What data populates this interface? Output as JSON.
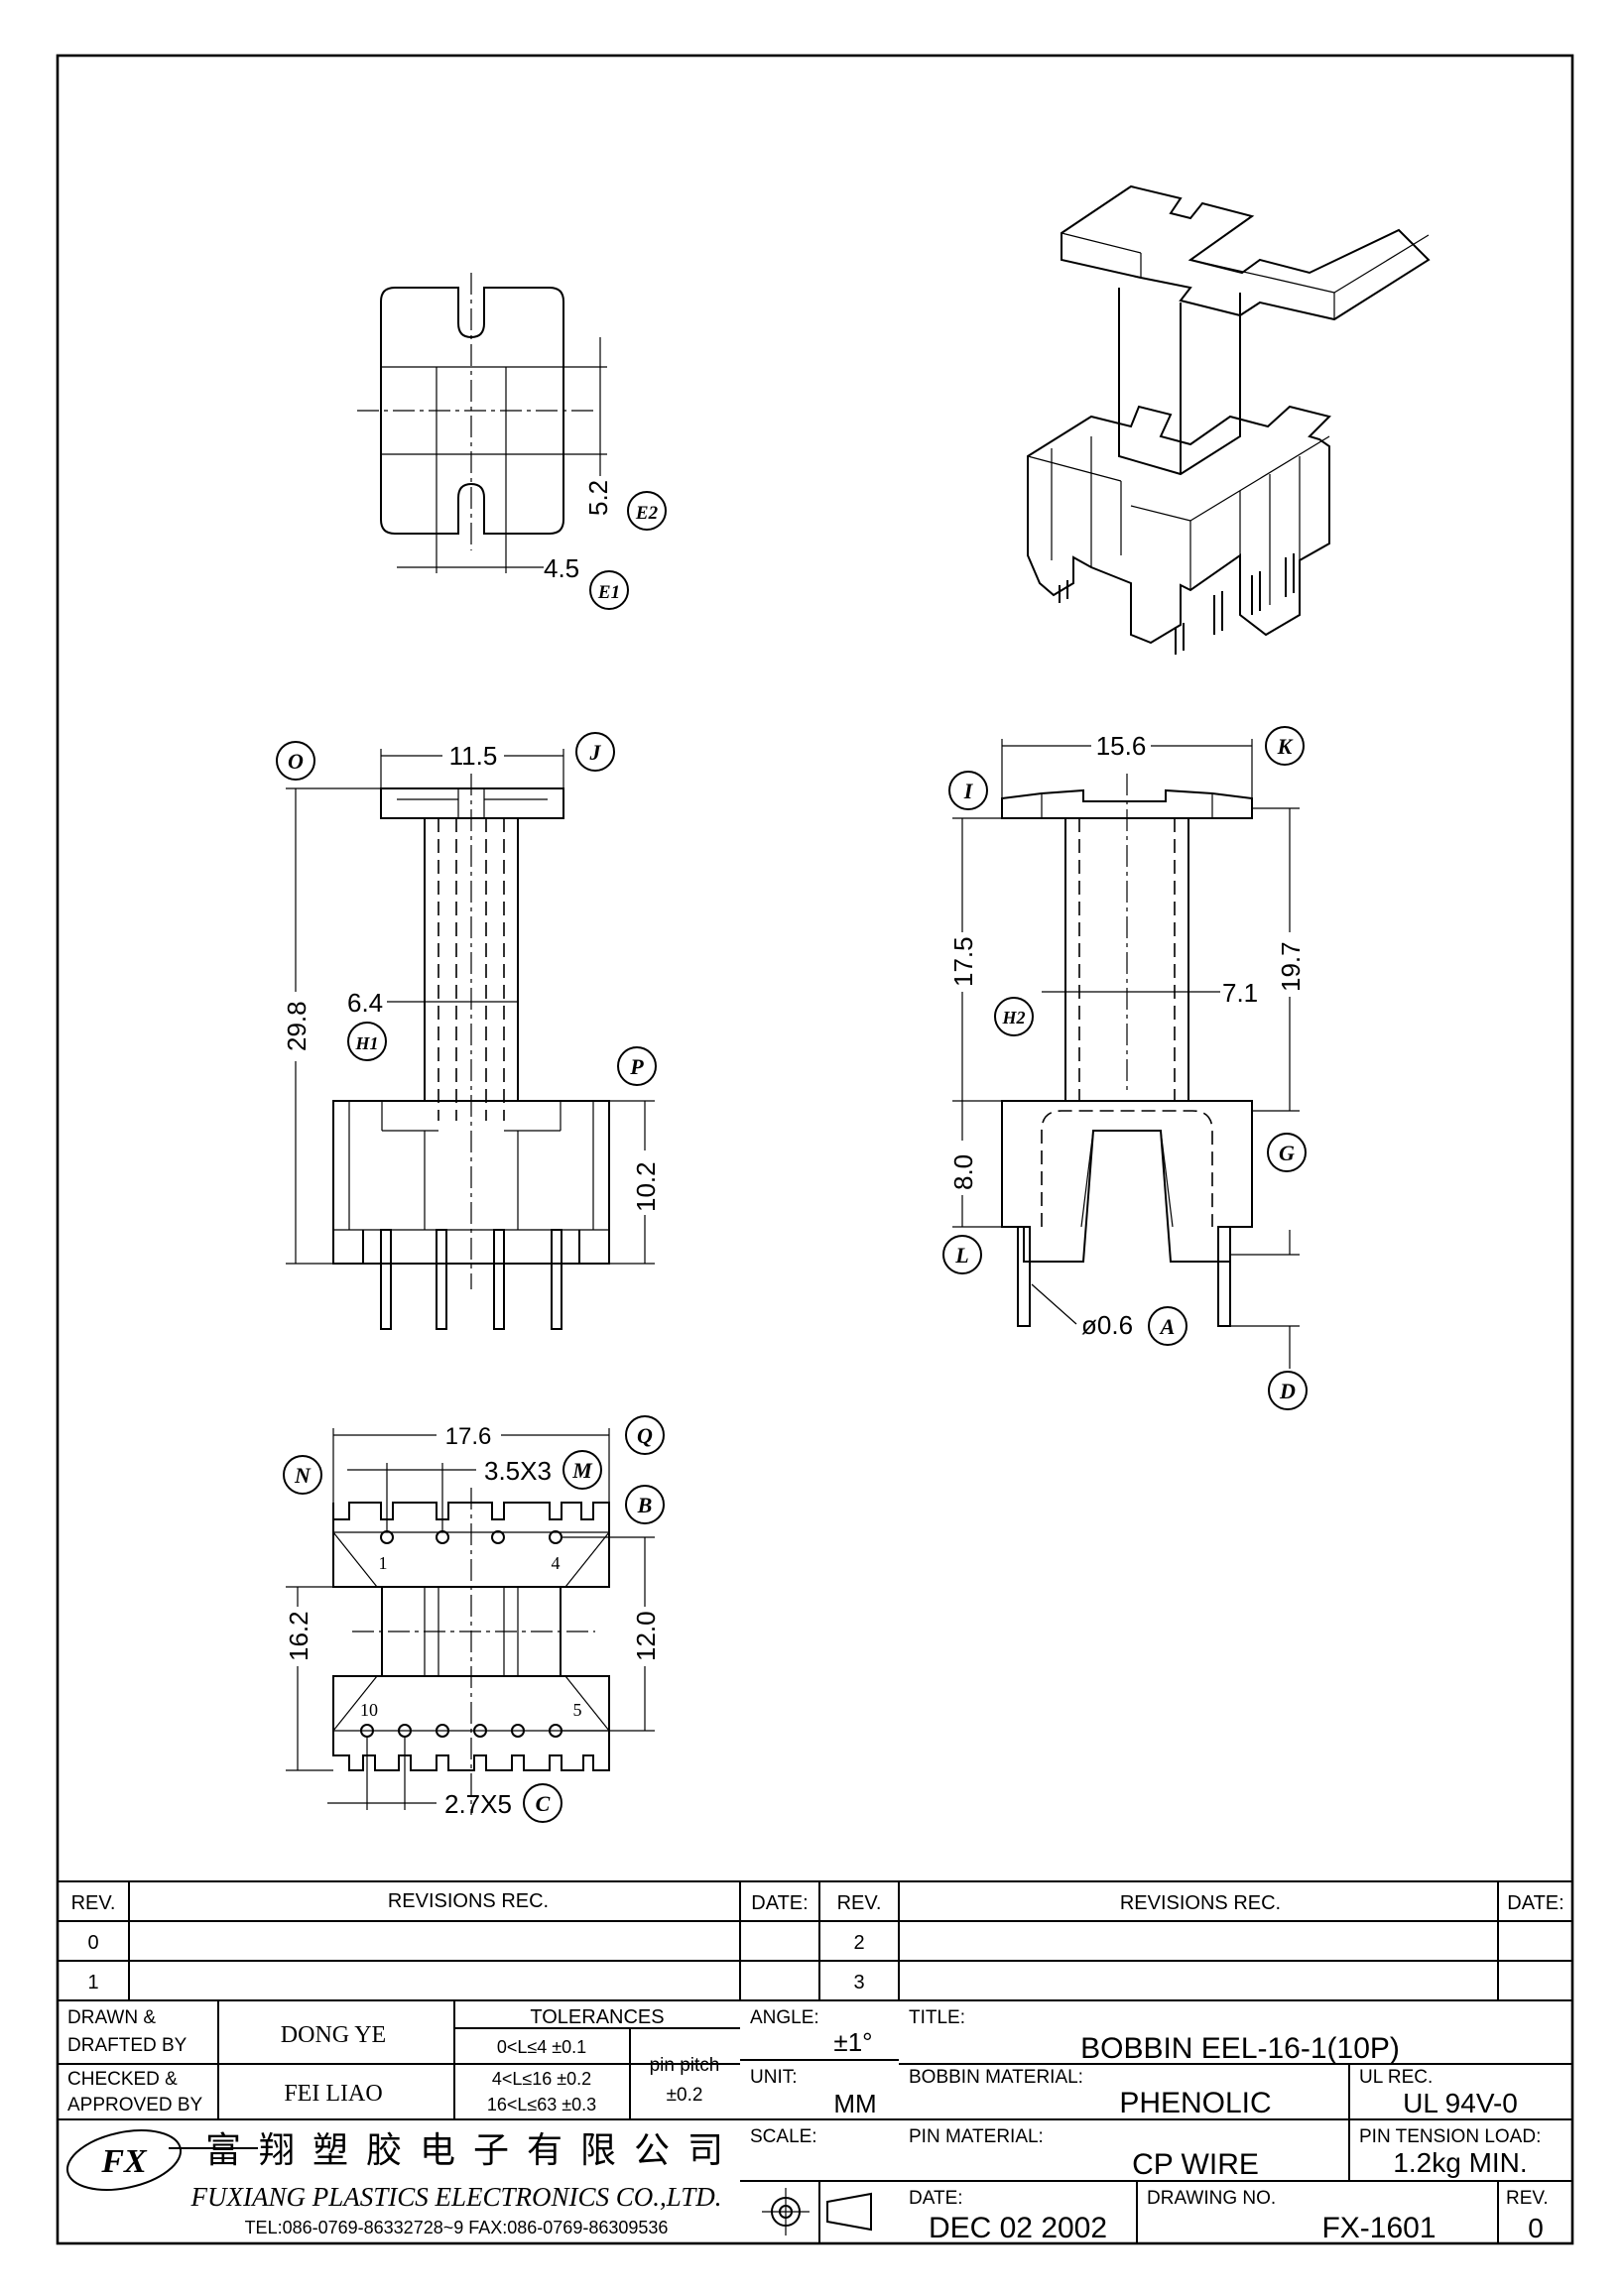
{
  "dims": {
    "e2": "5.2",
    "e1": "4.5",
    "front_width": "11.5",
    "front_height": "29.8",
    "front_core": "6.4",
    "front_base": "10.2",
    "side_width": "15.6",
    "side_upper": "17.5",
    "side_total": "19.7",
    "side_core": "7.1",
    "side_base": "8.0",
    "pin_dia": "ø0.6",
    "bottom_width": "17.6",
    "bottom_pitch_top": "3.5X3",
    "bottom_pitch_bottom": "2.7X5",
    "bottom_depth": "16.2",
    "bottom_row": "12.0"
  },
  "callouts": {
    "E2": "E2",
    "E1": "E1",
    "O": "O",
    "J": "J",
    "H1": "H1",
    "P": "P",
    "I": "I",
    "K": "K",
    "H2": "H2",
    "G": "G",
    "L": "L",
    "A": "A",
    "D": "D",
    "Q": "Q",
    "N": "N",
    "M": "M",
    "B": "B",
    "C": "C"
  },
  "pin_numbers": {
    "p1": "1",
    "p4": "4",
    "p10": "10",
    "p5": "5"
  },
  "revisions": {
    "rev_header": "REV.",
    "rec_header": "REVISIONS   REC.",
    "date_header": "DATE:",
    "rows_left": [
      "0",
      "1"
    ],
    "rows_right": [
      "2",
      "3"
    ]
  },
  "title_block": {
    "drawn_label_1": "DRAWN  &",
    "drawn_label_2": "DRAFTED  BY",
    "drawn_by": "DONG YE",
    "checked_label_1": "CHECKED  &",
    "checked_label_2": "APPROVED  BY",
    "checked_by": "FEI LIAO",
    "tolerances_label": "TOLERANCES",
    "tol_1": "0<L≤4   ±0.1",
    "tol_2": "4<L≤16  ±0.2",
    "tol_3": "16<L≤63  ±0.3",
    "pin_pitch_label": "pin  pitch",
    "pin_pitch_tol": "±0.2",
    "angle_label": "ANGLE:",
    "angle_value": "±1°",
    "unit_label": "UNIT:",
    "unit_value": "MM",
    "scale_label": "SCALE:",
    "title_label": "TITLE:",
    "title_value": "BOBBIN  EEL-16-1(10P)",
    "bobbin_material_label": "BOBBIN  MATERIAL:",
    "bobbin_material_value": "PHENOLIC",
    "ul_label": "UL  REC.",
    "ul_value": "UL  94V-0",
    "pin_material_label": "PIN  MATERIAL:",
    "pin_material_value": "CP  WIRE",
    "pin_tension_label": "PIN  TENSION  LOAD:",
    "pin_tension_value": "1.2kg  MIN.",
    "date_label": "DATE:",
    "date_value": "DEC  02  2002",
    "drawing_no_label": "DRAWING  NO.",
    "drawing_no_value": "FX-1601",
    "rev_label": "REV.",
    "rev_value": "0",
    "company_cn": "富 翔 塑 胶 电 子 有 限 公 司",
    "company_en": "FUXIANG  PLASTICS  ELECTRONICS  CO.,LTD.",
    "company_contact": "TEL:086-0769-86332728~9   FAX:086-0769-86309536",
    "logo_text": "FX"
  }
}
